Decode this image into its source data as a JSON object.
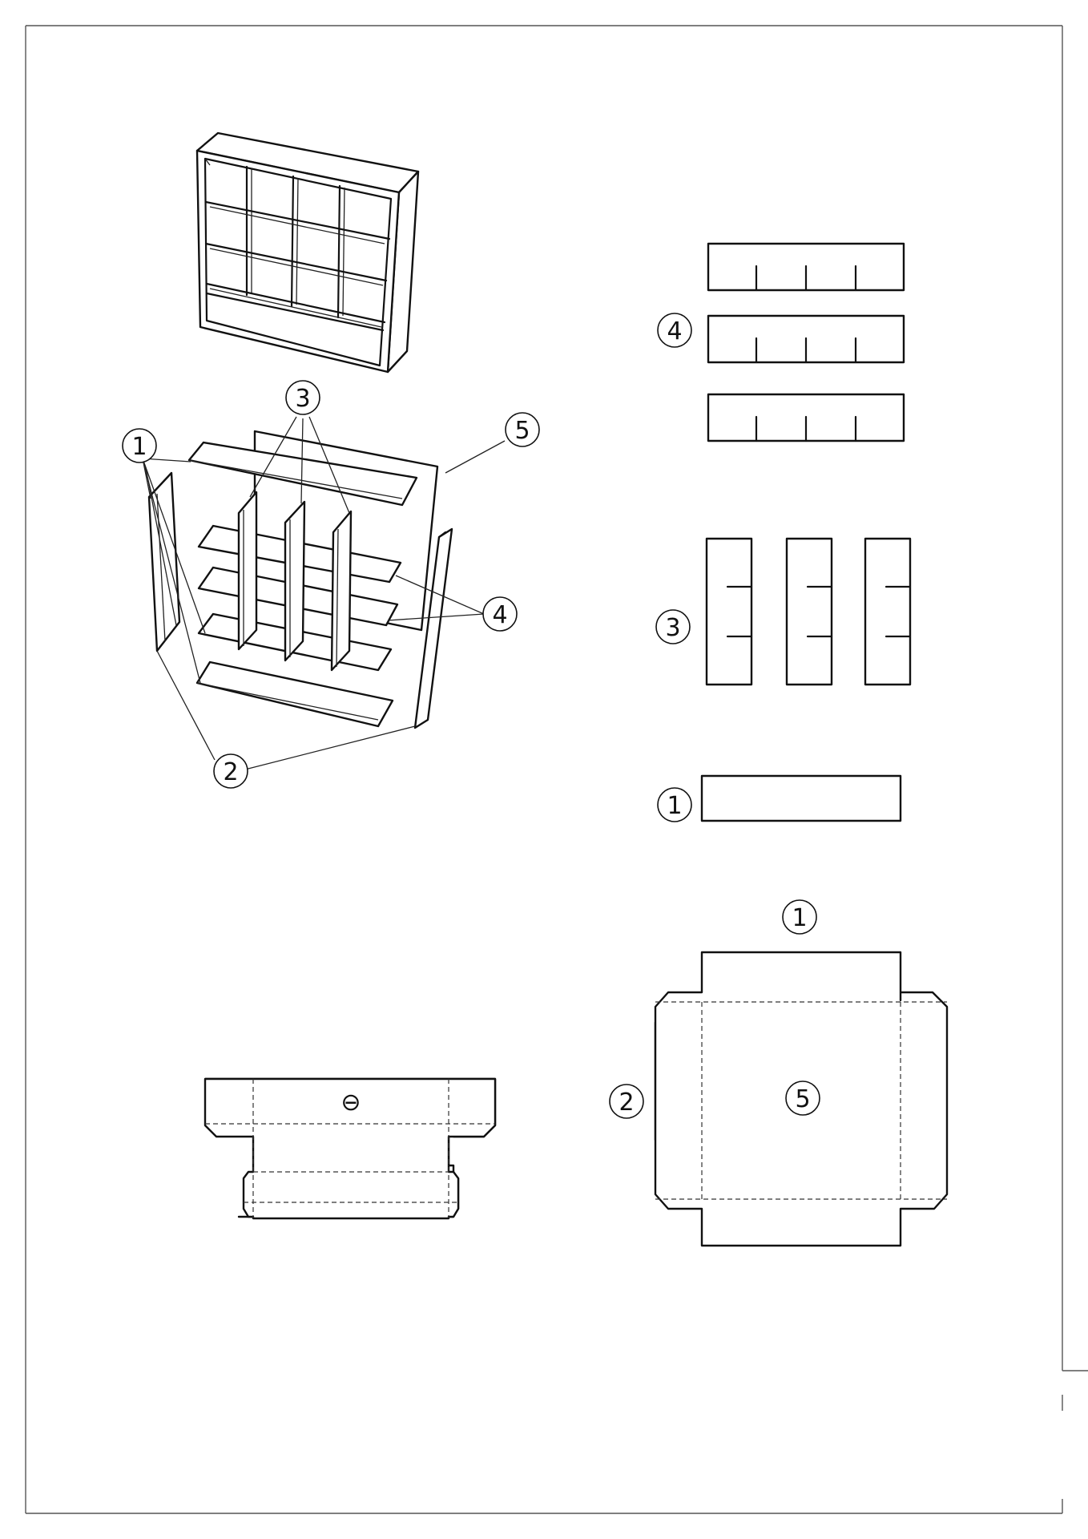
{
  "labels": {
    "part1": "1",
    "part2": "2",
    "part3": "3",
    "part4": "4",
    "part5": "5"
  },
  "box_mark": "⊖"
}
